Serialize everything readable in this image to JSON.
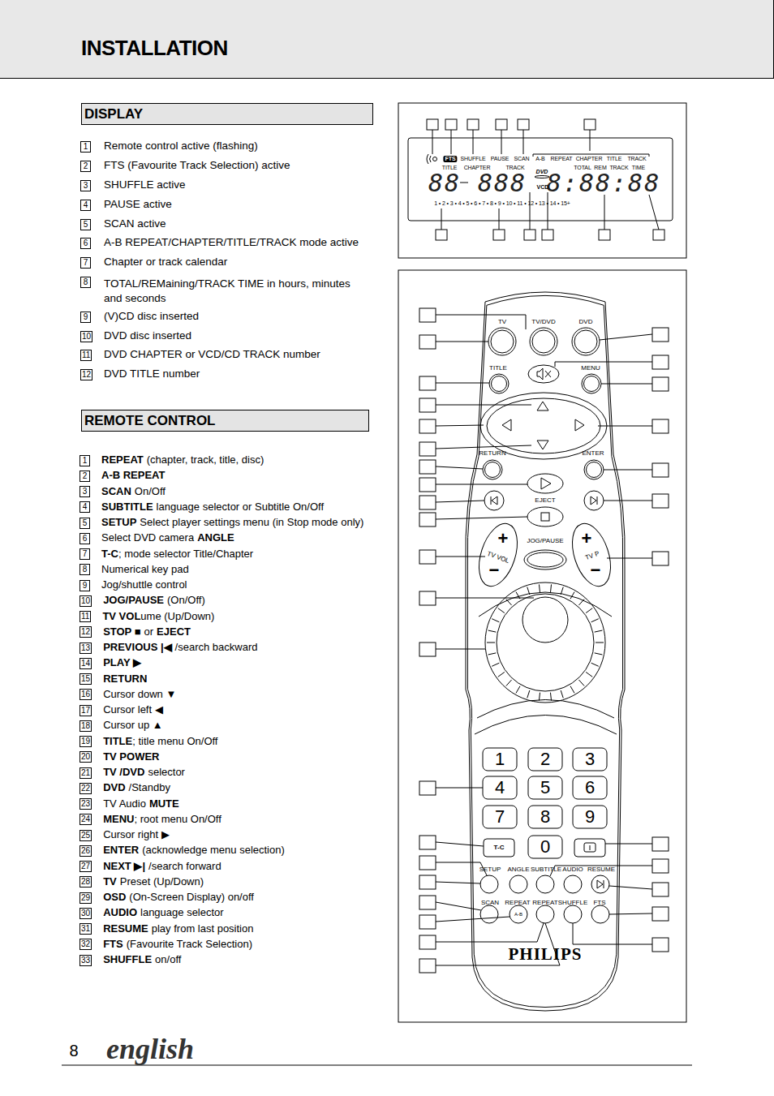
{
  "diagram": {
    "nodes": [
      {
        "text": [
          "INSTALLATION"
        ]
      },
      {
        "text": [
          "DISPLAY"
        ]
      },
      {
        "text": [
          "REMOTE CONTROL"
        ]
      }
    ],
    "labels": [
      "1",
      "Remote control active (flashing)",
      "2",
      "FTS (Favourite Track Selection) active",
      "3",
      "SHUFFLE active",
      "4",
      "PAUSE active",
      "5",
      "SCAN active",
      "6",
      "A-B REPEAT/CHAPTER/TITLE/TRACK mode active",
      "7",
      "Chapter or track calendar",
      "8",
      "TOTAL/REMaining/TRACK TIME in hours, minutes and seconds",
      "9",
      "(V)CD disc inserted",
      "10",
      "DVD disc inserted",
      "11",
      "DVD CHAPTER or VCD/CD TRACK number",
      "12",
      "DVD TITLE number",
      "1",
      "REPEAT",
      "(chapter, track, title, disc)",
      "2",
      "A-B REPEAT",
      "3",
      "SCAN",
      "On/Off",
      "4",
      "SUBTITLE",
      "language selector or Subtitle On/Off",
      "5",
      "SETUP",
      "Select player settings menu (in Stop mode only)",
      "6",
      "Select DVD camera",
      "ANGLE",
      "7",
      "T-C",
      "; mode selector Title/Chapter",
      "8",
      "Numerical key pad",
      "9",
      "Jog/shuttle control",
      "10",
      "JOG/PAUSE",
      "(On/Off)",
      "11",
      "TV VOL",
      "ume (Up/Down)",
      "12",
      "STOP ■",
      "or",
      "EJECT",
      "13",
      "PREVIOUS |◀",
      "/search backward",
      "14",
      "PLAY ▶",
      "15",
      "RETURN",
      "16",
      "Cursor down ▼",
      "17",
      "Cursor left ◀",
      "18",
      "Cursor up ▲",
      "19",
      "TITLE",
      "; title menu On/Off",
      "20",
      "TV POWER",
      "21",
      "TV /DVD",
      "selector",
      "22",
      "DVD",
      "/Standby",
      "23",
      "TV Audio",
      "MUTE",
      "24",
      "MENU",
      "; root menu On/Off",
      "25",
      "Cursor right ▶",
      "26",
      "ENTER",
      "(acknowledge menu selection)",
      "27",
      "NEXT ▶|",
      "/search forward",
      "28",
      "TV",
      "Preset (Up/Down)",
      "29",
      "OSD",
      "(On-Screen Display) on/off",
      "30",
      "AUDIO",
      "language selector",
      "31",
      "RESUME",
      "play from last position",
      "32",
      "FTS",
      "(Favourite Track Selection)",
      "33",
      "SHUFFLE",
      "on/off",
      "FTS",
      "SHUFFLE",
      "PAUSE",
      "SCAN",
      "A-B",
      "REPEAT",
      "CHAPTER",
      "TITLE",
      "TRACK",
      "TITLE",
      "CHAPTER",
      "TRACK",
      "TOTAL",
      "REM",
      "TRACK",
      "TIME",
      "88",
      "888",
      "8:88:88",
      "DVD",
      "VCD",
      "1 • 2 • 3 • 4 • 5 • 6 • 7 • 8 • 9 • 10 • 11 • 12 • 13 • 14 • 15+",
      "TV",
      "TV/DVD",
      "DVD",
      "TITLE",
      "MENU",
      "RETURN",
      "ENTER",
      "EJECT",
      "JOG/PAUSE",
      "TV VOL",
      "TV P",
      "+",
      "−",
      "+",
      "−",
      "1",
      "2",
      "3",
      "4",
      "5",
      "6",
      "7",
      "8",
      "9",
      "0",
      "T-C",
      "SETUP",
      "ANGLE",
      "SUBTITLE",
      "AUDIO",
      "RESUME",
      "SCAN",
      "REPEAT",
      "REPEAT",
      "SHUFFLE",
      "FTS",
      "A-B",
      "PHILIPS",
      "8",
      "english"
    ]
  }
}
